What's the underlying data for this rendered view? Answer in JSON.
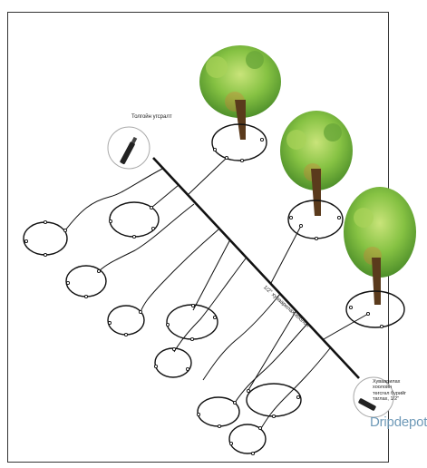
{
  "labels": {
    "top": "Толгойн угсралт",
    "main_line": "1/2\" хуваарилах хоолой",
    "end": "Хуваарилах хоолойн төгсгөл бүрийг таглах, 1/2\"",
    "brand": "Dripdepot"
  },
  "colors": {
    "line": "#111111",
    "foliage": "#7cbf3a",
    "trunk": "#5a3a1c",
    "brand": "#6f9ab8"
  },
  "icons": {
    "pipe_fitting": "marker-icon",
    "tree": "tree-icon"
  }
}
